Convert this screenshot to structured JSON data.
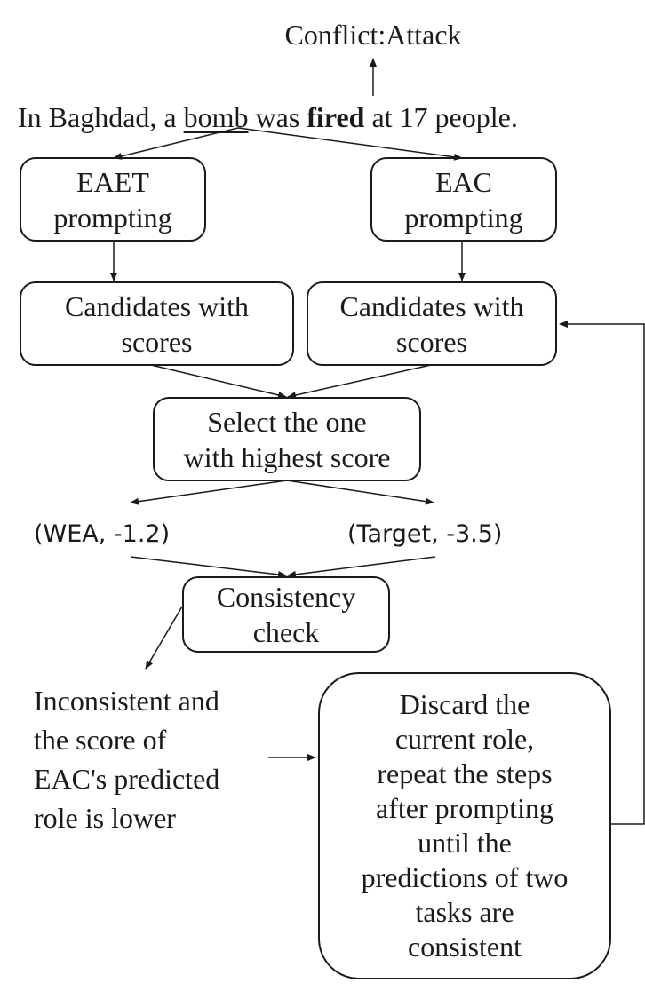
{
  "label_top": "Conflict:Attack",
  "sentence": {
    "before": "In Baghdad, a ",
    "argument": "bomb",
    "middle": " was ",
    "trigger": "fired",
    "after": " at 17 people."
  },
  "eaet_prompting": [
    "EAET",
    "prompting"
  ],
  "eac_prompting": [
    "EAC",
    "prompting"
  ],
  "candidates_left": [
    "Candidates with",
    "scores"
  ],
  "candidates_right": [
    "Candidates with",
    "scores"
  ],
  "select": [
    "Select the one",
    "with highest score"
  ],
  "result_left": "(WEA,  -1.2)",
  "result_right": "(Target, -3.5)",
  "consistency": [
    "Consistency",
    "check"
  ],
  "inconsistent": [
    "Inconsistent and",
    "the score of",
    "EAC's predicted",
    "role is lower"
  ],
  "discard": [
    "Discard the",
    "current role,",
    "repeat the steps",
    "after prompting",
    "until the",
    "predictions of two",
    "tasks are",
    "consistent"
  ]
}
